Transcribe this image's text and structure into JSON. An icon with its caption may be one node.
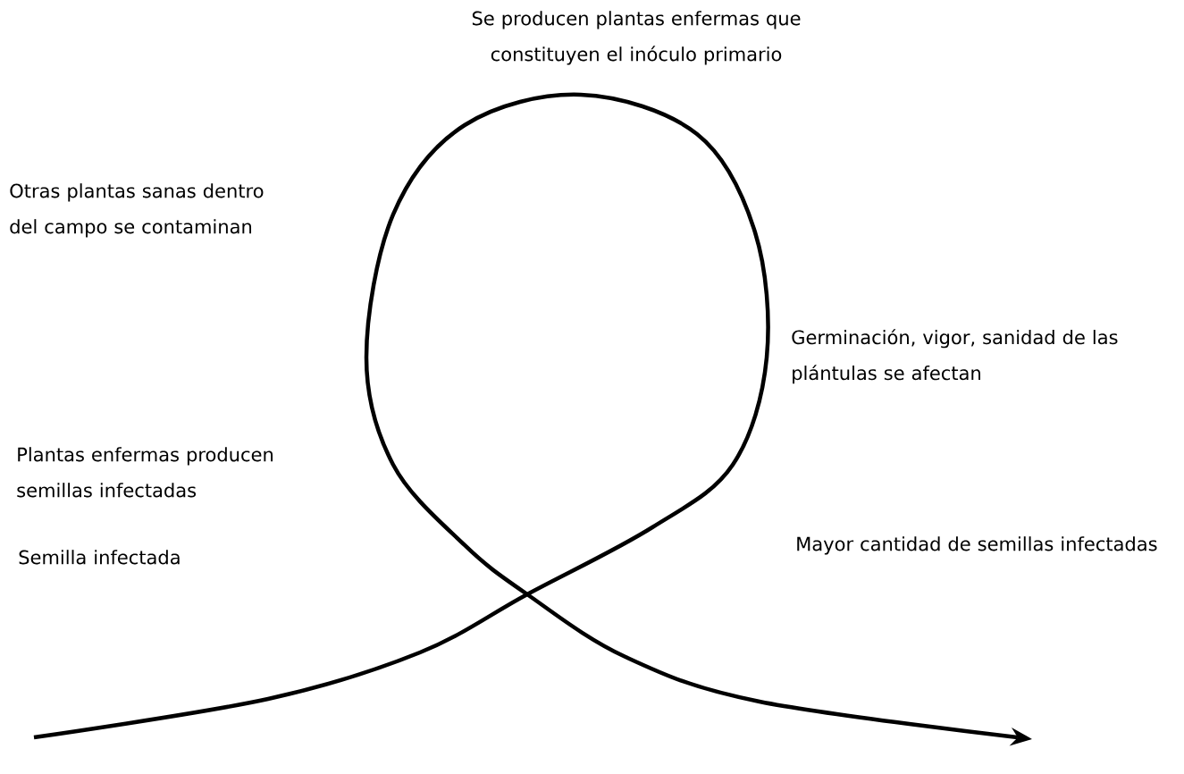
{
  "diagram": {
    "labels": [
      "Se producen plantas enfermas que constituyen el inóculo primario",
      "Otras plantas sanas dentro del campo se contaminan",
      "Germinación, vigor, sanidad de las plántulas se afectan",
      "Plantas enfermas producen semillas infectadas",
      "Semilla infectada",
      "Mayor cantidad de semillas infectadas"
    ]
  }
}
